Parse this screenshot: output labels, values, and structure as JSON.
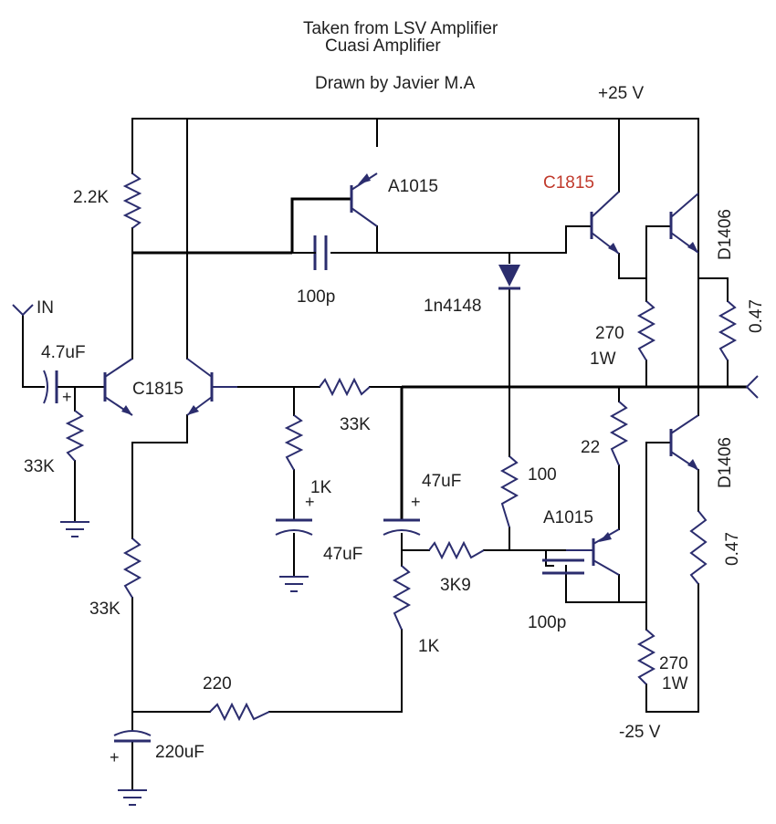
{
  "title_line1": "Taken from LSV Amplifier",
  "title_line2": "Cuasi Amplifier",
  "credit": "Drawn by Javier M.A",
  "supply_pos": "+25 V",
  "supply_neg": "-25 V",
  "input_label": "IN",
  "components": {
    "c_in": "4.7uF",
    "r_bias_top": "2.2K",
    "r_in_shunt": "33K",
    "q_diff_left": "C1815",
    "q_vas": "A1015",
    "q_driver_top": "C1815",
    "q_out_top": "D1406",
    "q_out_bottom": "D1406",
    "q_driver_bottom": "A1015",
    "c_miller": "100p",
    "c_lower": "100p",
    "diode": "1n4148",
    "r_feedback": "33K",
    "r_fb_ground": "1K",
    "c_fb_ground": "47uF",
    "c_bootstrap": "47uF",
    "r_3k9": "3K9",
    "r_1k_lower": "1K",
    "r_100": "100",
    "r_22": "22",
    "r_tail": "33K",
    "r_220": "220",
    "c_220": "220uF",
    "r_270_top": "270",
    "r_270_top_power": "1W",
    "r_270_bottom": "270",
    "r_270_bottom_power": "1W",
    "r_emitter_top": "0.47",
    "r_emitter_bottom": "0.47"
  },
  "colors": {
    "wire": "#000000",
    "component": "#2b2d6e",
    "text": "#1f1f1f",
    "highlight": "#c0392b"
  }
}
